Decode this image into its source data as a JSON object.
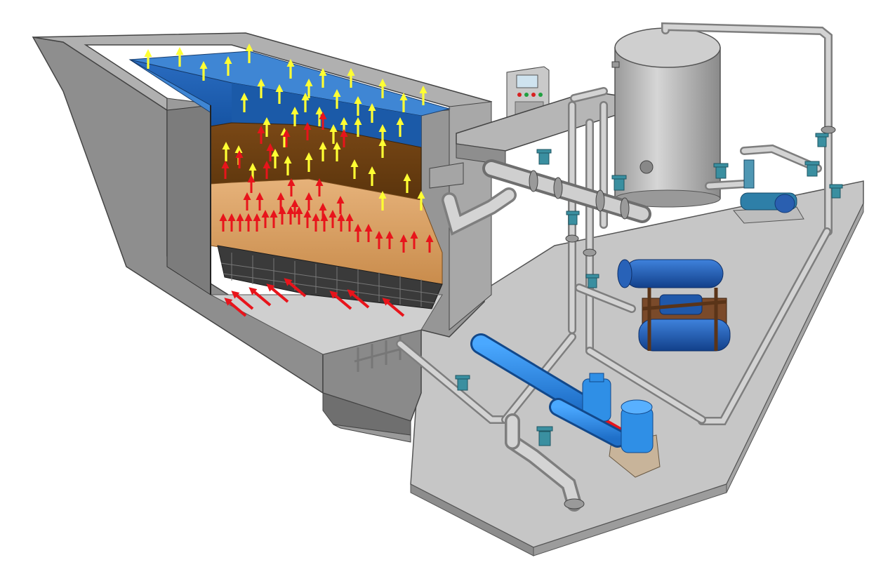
{
  "colors": {
    "background": "#ffffff",
    "concrete_top": "#a9a9a9",
    "concrete_face": "#8f8f8f",
    "concrete_dark": "#6d6d6d",
    "floor": "#c8c8c8",
    "water": "#1f5fae",
    "water_light": "#3f86d4",
    "sludge_dark": "#6b3f12",
    "sludge_light": "#d8a064",
    "media_block": "#3d3d3d",
    "pipe_grey": "#b5b5b5",
    "pipe_blue": "#2f8fe6",
    "valve_teal": "#3a8fa0",
    "blower_blue": "#1e5fb8",
    "arrow_up": "#ffff33",
    "arrow_flow": "#e8141b",
    "frame_brown": "#7a4a2a"
  },
  "flow_indicators": {
    "rising_water_direction": "up",
    "air_bubbles_direction": "up",
    "influent_direction": "into tank"
  },
  "components": [
    "reaction-tank",
    "water-surface",
    "sludge-blanket",
    "filter-media-bed",
    "air-diffuser-grid",
    "storage-tank",
    "control-panel",
    "blower-unit",
    "feed-pump",
    "dosing-pump",
    "valves",
    "piping"
  ]
}
